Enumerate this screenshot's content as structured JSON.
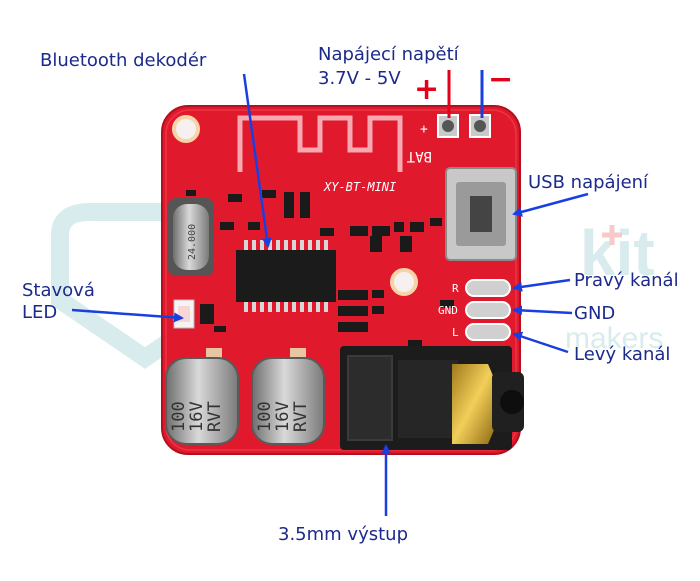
{
  "labels": {
    "bt_decoder": "Bluetooth dekodér",
    "supply_title": "Napájecí napětí",
    "supply_range": "3.7V - 5V",
    "plus_sign": "+",
    "minus_sign": "−",
    "usb": "USB napájení",
    "status_led_1": "Stavová",
    "status_led_2": "LED",
    "right_channel": "Pravý kanál",
    "gnd": "GND",
    "left_channel": "Levý kanál",
    "output": "3.5mm výstup"
  },
  "board_print": {
    "bat_plus": "+",
    "bat": "BAT",
    "model": "XY-BT-MINI",
    "crystal": "24.000",
    "pad_r": "R",
    "pad_gnd": "GND",
    "pad_l": "L",
    "cap_line1": "100",
    "cap_line2": "16V",
    "cap_line3": "RVT"
  },
  "watermark": {
    "brand": "kit",
    "tagline": "makers"
  },
  "colors": {
    "label_text": "#1c2a8c",
    "arrow": "#1a3fe0",
    "plus_red": "#e3001b",
    "pcb_red": "#e0192c",
    "watermark": "#d8ecee"
  }
}
